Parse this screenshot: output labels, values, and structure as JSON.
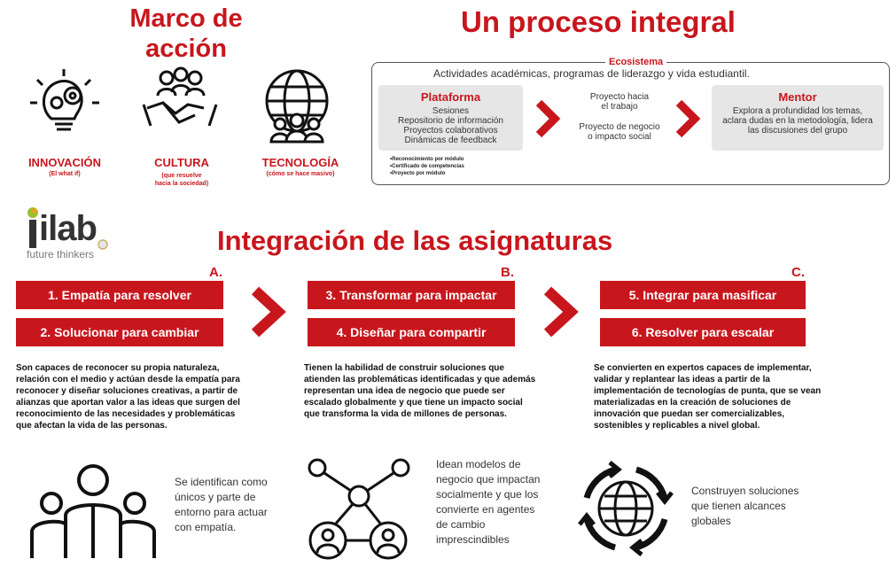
{
  "marco": {
    "title_line1": "Marco de",
    "title_line2": "acción"
  },
  "pillars": [
    {
      "icon": "lightbulb-gears-icon",
      "label": "INNOVACIÓN",
      "sub1": "(El what if)",
      "sub2": ""
    },
    {
      "icon": "handshake-people-icon",
      "label": "CULTURA",
      "sub1": "(que resuelve",
      "sub2": "hacia la sociedad)"
    },
    {
      "icon": "globe-people-icon",
      "label": "TECNOLOGÍA",
      "sub1": "(cómo se hace masivo)",
      "sub2": ""
    }
  ],
  "proceso": {
    "title": "Un proceso integral",
    "ecosistema_title": "Ecosistema",
    "ecosistema_desc": "Actividades académicas, programas de liderazgo y vida estudiantil.",
    "plataforma": {
      "title": "Plataforma",
      "items": [
        "Sesiones",
        "Repositorio de información",
        "Proyectos colaborativos",
        "Dinámicas de feedback"
      ]
    },
    "middle": [
      "Proyecto hacia",
      "el trabajo",
      "Proyecto de negocio",
      "o impacto social"
    ],
    "mentor": {
      "title": "Mentor",
      "lines": [
        "Explora a profundidad los temas,",
        "aclara dudas en la metodología, lidera",
        "las discusiones del grupo"
      ]
    },
    "bullets": [
      "Reconocimiento por módulo",
      "Certificado de competencias",
      "Proyecto por módulo"
    ]
  },
  "logo": {
    "text": "ilab",
    "tagline": "future thinkers"
  },
  "integracion": {
    "title": "Integración de las asignaturas",
    "columns": [
      {
        "letter": "A.",
        "steps": [
          "1. Empatía para resolver",
          "2. Solucionar para cambiar"
        ],
        "desc": [
          "Son capaces de reconocer su propia naturaleza,",
          "relación con el medio y actúan desde la empatía para",
          "reconocer y diseñar soluciones creativas, a partir de",
          "alianzas que aportan valor a las ideas que surgen del",
          "reconocimiento de las necesidades y problemáticas",
          "que afectan la vida de las personas."
        ],
        "icon": "people-group-icon",
        "bottom": [
          "Se identifican como",
          "únicos y parte de",
          "entorno para actuar",
          "con empatía."
        ]
      },
      {
        "letter": "B.",
        "steps": [
          "3. Transformar para impactar",
          "4. Diseñar para compartir"
        ],
        "desc": [
          "Tienen la habilidad de construir soluciones que",
          "atienden las problemáticas identificadas y que además",
          "representan una idea de negocio que puede ser",
          "escalado globalmente y que tiene un impacto social",
          "que transforma la vida de millones de personas."
        ],
        "icon": "network-people-icon",
        "bottom": [
          "Idean modelos de",
          "negocio que impactan",
          "socialmente y que los",
          "convierte en agentes",
          "de cambio",
          "imprescindibles"
        ]
      },
      {
        "letter": "C.",
        "steps": [
          "5. Integrar para masificar",
          "6. Resolver para escalar"
        ],
        "desc": [
          "Se convierten en expertos capaces de implementar,",
          "validar y replantear las ideas a partir de la",
          "implementación de tecnologías de punta, que se vean",
          "materializadas en  la creación de soluciones de",
          "innovación que puedan ser comercializables,",
          "sostenibles y replicables a nivel global."
        ],
        "icon": "globe-arrows-icon",
        "bottom": [
          "Construyen soluciones",
          "que tienen alcances",
          "globales"
        ]
      }
    ]
  },
  "colors": {
    "accent": "#c8161d",
    "box_gray": "#e6e6e6",
    "text": "#111111"
  }
}
